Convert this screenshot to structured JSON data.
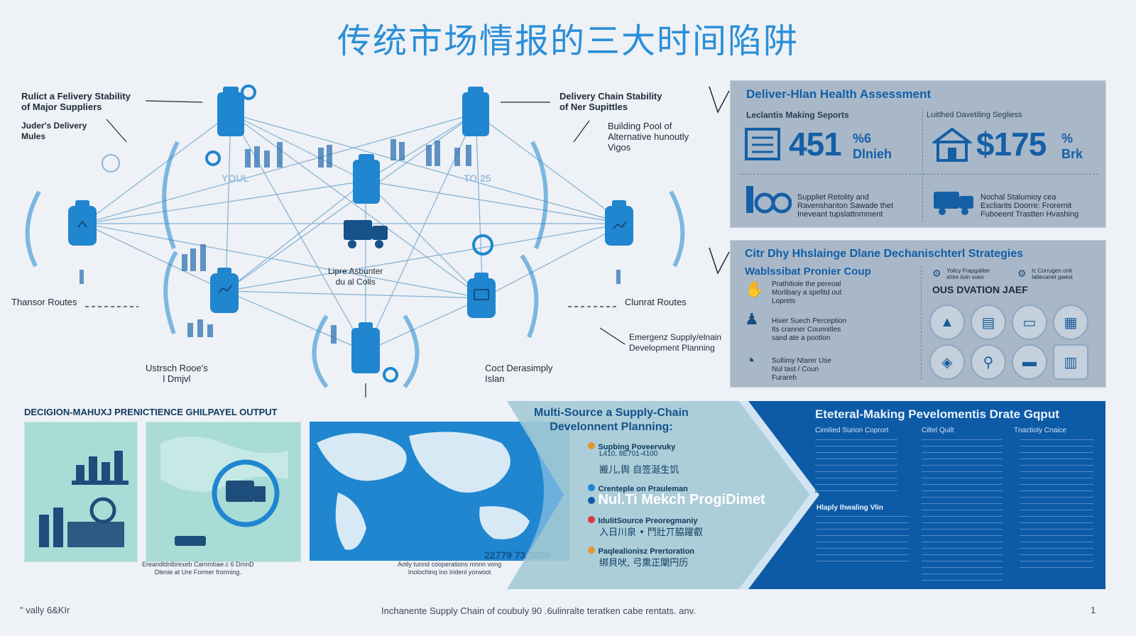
{
  "title": "传统市场情报的三大时间陷阱",
  "network": {
    "top_left_label": "Rulict a Felivery Stability\nof Major Suppliers",
    "left_sub_label": "Juder's Delivery\nMules",
    "top_right_label": "Delivery Chain Stability\nof Ner Supittles",
    "right_sub_label": "Building Pool of\nAlternative hunoutly\nVigos",
    "left_route": "Thansor Routes",
    "right_route": "Clunrat Routes",
    "center_label": "Lipre Asbunter\ndu al Colls",
    "bottom_left_label": "Ustrsch Rooe's\nl Dmjvl",
    "bottom_right_label": "Coct Derasimply\nIslan",
    "right_bottom_label": "Emergenz Supply/elnain\nDevelopment Planning",
    "figure_left_word": "YOUL",
    "figure_right_word": "TO 25"
  },
  "health": {
    "title": "Deliver-Hlan Health Assessment",
    "left_header": "Leclantis Making Seports",
    "right_header": "Luitlhed Davetiling Segliess",
    "stat1_value": "451",
    "stat1_unit_top": "%6",
    "stat1_unit_bottom": "Dlnieh",
    "stat2_value": "$175",
    "stat2_unit_top": "%",
    "stat2_unit_bottom": "Brk",
    "row_left_text": "Suppliet Retolity and\nRavenshanton Sawade thet\nIneveant tupslattnmment",
    "row_right_text": "Nochal Stalumioy cea\nExcliarits Doorre: Frorernit\nFuboeent Trastten Hvashing"
  },
  "strategies": {
    "title": "Citr Dhy Hhslainge Dlane Dechanischterl Strategies",
    "sub_title": "Wablssibat Pronier Coup",
    "item1": "Prathitiole the pereoal\nMorlibary a spefitd out\nLoprets",
    "item2": "Hiver Suech Perception\nIts cranner Counnitles\nsand ate a pootlon",
    "item3": "Sultimy Ntarer Use\nNul tast / Coun\nFurareh",
    "right_top1": "Yoilcy Frapgaliter\nshire iivin sueo",
    "right_top2": "Ic Corrugen onit\nIaltecanet gwest",
    "right_heading": "OUS DVATION JAEF"
  },
  "bottom": {
    "output_heading": "DECIGION-MAHUXJ PRENICTIENCE GHILPAYEL OUTPUT",
    "thumb_caption": "Ereandldnlbrexeb Carnmbae.c 6 DmnD\nDlenie at Ure Former frorming.",
    "map_caption": "Aotly tunnd cooperations mnnn vong\nInolochinq ino Iridenl yorwoot",
    "map_number": "22779 73.0000",
    "mid_title": "Multi-Source a Supply-Chain\nDevelonnent Planning:",
    "mid_item1_title": "Supbing Poveervuky",
    "mid_item1_sub": "L410, 8E701-4100",
    "mid_item1_cn": "搬儿,舆 自签涎生饥",
    "mid_item2_title": "Crenteple on Prauleman",
    "mid_big": "Nul.Ti Mekch ProgiDimet",
    "mid_item3_title": "IdulitSource Preoregmaniy",
    "mid_item3_cn": "入日川泉 • 鬥壯丌脇躍叡",
    "mid_item4_title": "Paqlealionisz Prertoration",
    "mid_item4_cn": "绑貝吠, 弓熏正闡円历",
    "blue_title": "Eteteral-Making Pevelomentis Drate Gqput",
    "blue_col1": "Cimilied Surion Coprort",
    "blue_col2": "Ciltel Quilt",
    "blue_col3": "Tnactioly Cnaice",
    "blue_sub": "Hlaply Ihwaling Vlin"
  },
  "footer": {
    "left": "\" vally 6&KIr",
    "center": "Inchanente Supply Chain of coubuly 90 .6ulinralte teratken cabe  rentats. anv.",
    "page": "1"
  },
  "colors": {
    "accent": "#2a8fd8",
    "node_blue": "#1f86cf",
    "panel_grey": "#a9b8c8",
    "teal": "#a9dcd7",
    "dark_blue": "#0d5aa7"
  }
}
